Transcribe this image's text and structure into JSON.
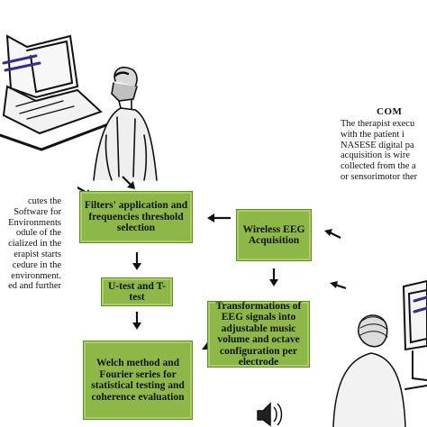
{
  "boxes": {
    "filters": "Filters' application and frequencies threshold selection",
    "wireless": "Wireless EEG Acquisition",
    "utest": "U-test and T-test",
    "transform": "Transformations of EEG signals into adjustable music volume and octave configuration per electrode",
    "welch": "Welch method and Fourier series for statistical testing and coherence evaluation"
  },
  "right_panel": {
    "heading": "COM",
    "lines": [
      "The therapist execu",
      "with the patient i",
      "NASESE digital pa",
      "acquisition  is  wire",
      "collected from the a",
      "or sensorimotor ther"
    ]
  },
  "left_panel": {
    "lines": [
      "cutes        the",
      "Software   for",
      "Environments",
      "odule  of  the",
      "cialized in the",
      "erapist starts",
      "cedure in the",
      "environment.",
      "ed and further"
    ]
  }
}
